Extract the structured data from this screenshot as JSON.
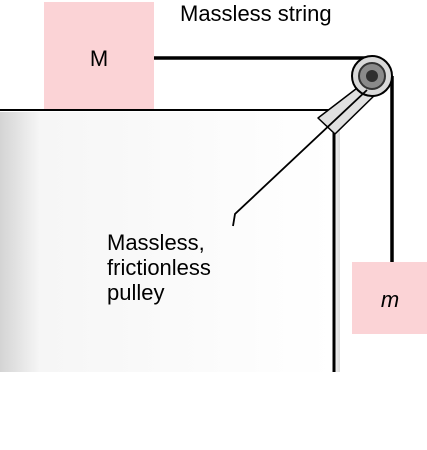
{
  "labels": {
    "string": "Massless string",
    "block_big": "M",
    "block_small": "m",
    "pulley_lines": [
      "Massless,",
      "frictionless",
      "pulley"
    ]
  },
  "colors": {
    "block_fill": "#fbd3d6",
    "line": "#000000",
    "table_shadow": "#e6e6e6",
    "pulley_outer": "#d9d9d9",
    "pulley_ring": "#555555",
    "pulley_center": "#333333"
  }
}
